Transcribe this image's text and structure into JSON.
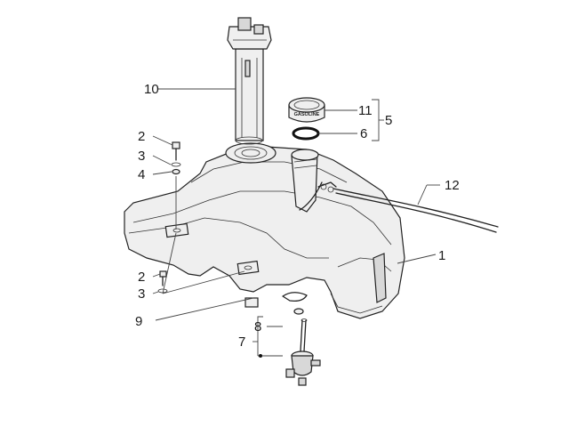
{
  "callouts": [
    {
      "id": "c1",
      "text": "1"
    },
    {
      "id": "c2a",
      "text": "2"
    },
    {
      "id": "c3a",
      "text": "3"
    },
    {
      "id": "c4",
      "text": "4"
    },
    {
      "id": "c5",
      "text": "5"
    },
    {
      "id": "c6",
      "text": "6"
    },
    {
      "id": "c7",
      "text": "7"
    },
    {
      "id": "c8",
      "text": "8"
    },
    {
      "id": "c9",
      "text": "9"
    },
    {
      "id": "c10",
      "text": "10"
    },
    {
      "id": "c11",
      "text": "11"
    },
    {
      "id": "c12",
      "text": "12"
    },
    {
      "id": "c2b",
      "text": "2"
    },
    {
      "id": "c3b",
      "text": "3"
    }
  ],
  "cap_label": "GASOLINE"
}
